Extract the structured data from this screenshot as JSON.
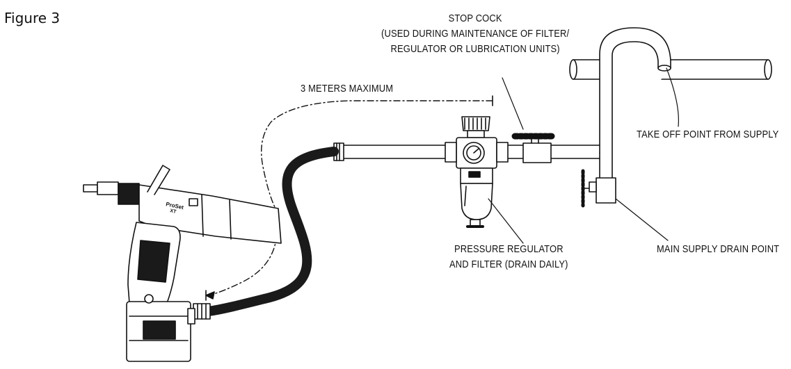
{
  "figure_title": "Figure 3",
  "labels": {
    "stop_cock": [
      "STOP COCK",
      "(USED DURING MAINTENANCE OF FILTER/",
      "REGULATOR OR LUBRICATION UNITS)"
    ],
    "distance": "3 METERS MAXIMUM",
    "take_off": "TAKE OFF POINT FROM SUPPLY",
    "regulator": [
      "PRESSURE REGULATOR",
      "AND FILTER (DRAIN DAILY)"
    ],
    "main_drain": "MAIN SUPPLY DRAIN POINT"
  },
  "tool_logo": [
    "ProSet",
    "XT"
  ]
}
